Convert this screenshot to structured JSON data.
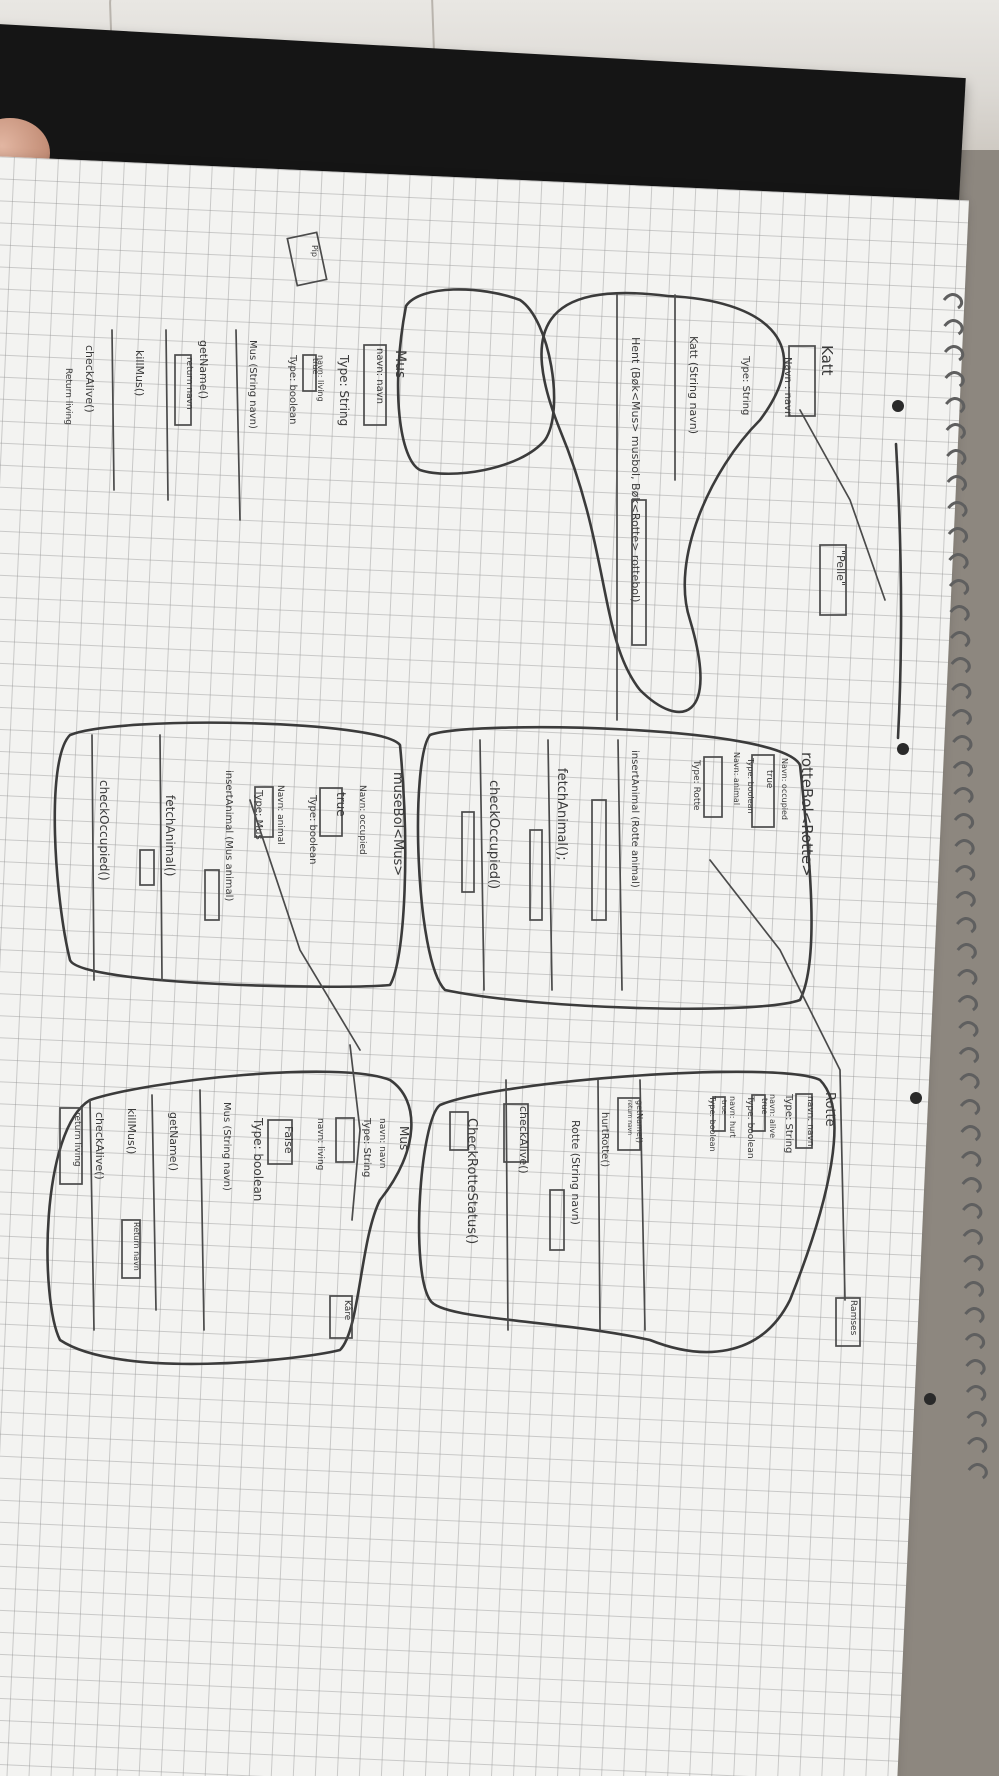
{
  "notes": {
    "katt": {
      "title": "Katt",
      "navn_field": "Navn : navn",
      "navn_value": "\"Pelle\"",
      "type": "Type: String",
      "constructor": "Katt (String navn)",
      "method": "Hent (Bøk<Mus> musbol, Bøk<Rotte> rottebol)"
    },
    "mus_left": {
      "title": "Mus",
      "navn": "navn: navn",
      "type": "Type: String",
      "living_field": "navn: living",
      "living_value": "true",
      "living_type": "Type: boolean",
      "constructor": "Mus (String navn)",
      "getname": "getName()",
      "return": "return navn",
      "kill": "killMus()",
      "check": "checkAlive()",
      "check_return": "Return living"
    },
    "rottebol": {
      "title": "rotteBol<Rotte>",
      "occupied_field": "Navn: occupied",
      "occupied_value": "true",
      "occupied_type": "Type: boolean",
      "animal_field": "Navn: animal",
      "animal_type": "Type: Rotte",
      "insert": "insertAnimal (Rotte animal)",
      "fetch": "fetchAnimal();",
      "check": "checkOccupied()"
    },
    "musebol": {
      "title": "museBol<Mus>",
      "occupied_field": "Navn: occupied",
      "occupied_value": "true",
      "occupied_type": "Type: boolean",
      "animal_field": "Navn: animal",
      "animal_type": "Type: Mus",
      "insert": "insertAnimal (Mus animal)",
      "fetch": "fetchAnimal()",
      "check": "checkOccupied()"
    },
    "rotte": {
      "title": "Rotte",
      "navn_field": "navn: navn",
      "navn_value": "Ramses",
      "type": "Type: String",
      "alive_field": "navn: alive",
      "alive_value": "true",
      "alive_type": "Type: boolean",
      "hurt_field": "navn: hurt",
      "hurt_value": "true",
      "hurt_type": "Type: boolean",
      "getname": "getName()",
      "getname_return": "return navn",
      "hurt": "hurtRotte()",
      "constructor": "Rotte (String navn)",
      "check_alive": "checkAlive()",
      "check_status": "CheckRotteStatus()"
    },
    "mus_right": {
      "title": "Mus",
      "navn": "navn: navn",
      "navn_value": "Kåre",
      "type": "Type: String",
      "living_field": "navn: living",
      "living_value": "False",
      "living_type": "Type: boolean",
      "constructor": "Mus (String navn)",
      "getname": "getName()",
      "return": "Return navn",
      "kill": "killMus()",
      "check": "checkAlive()",
      "check_return": "return living"
    }
  }
}
